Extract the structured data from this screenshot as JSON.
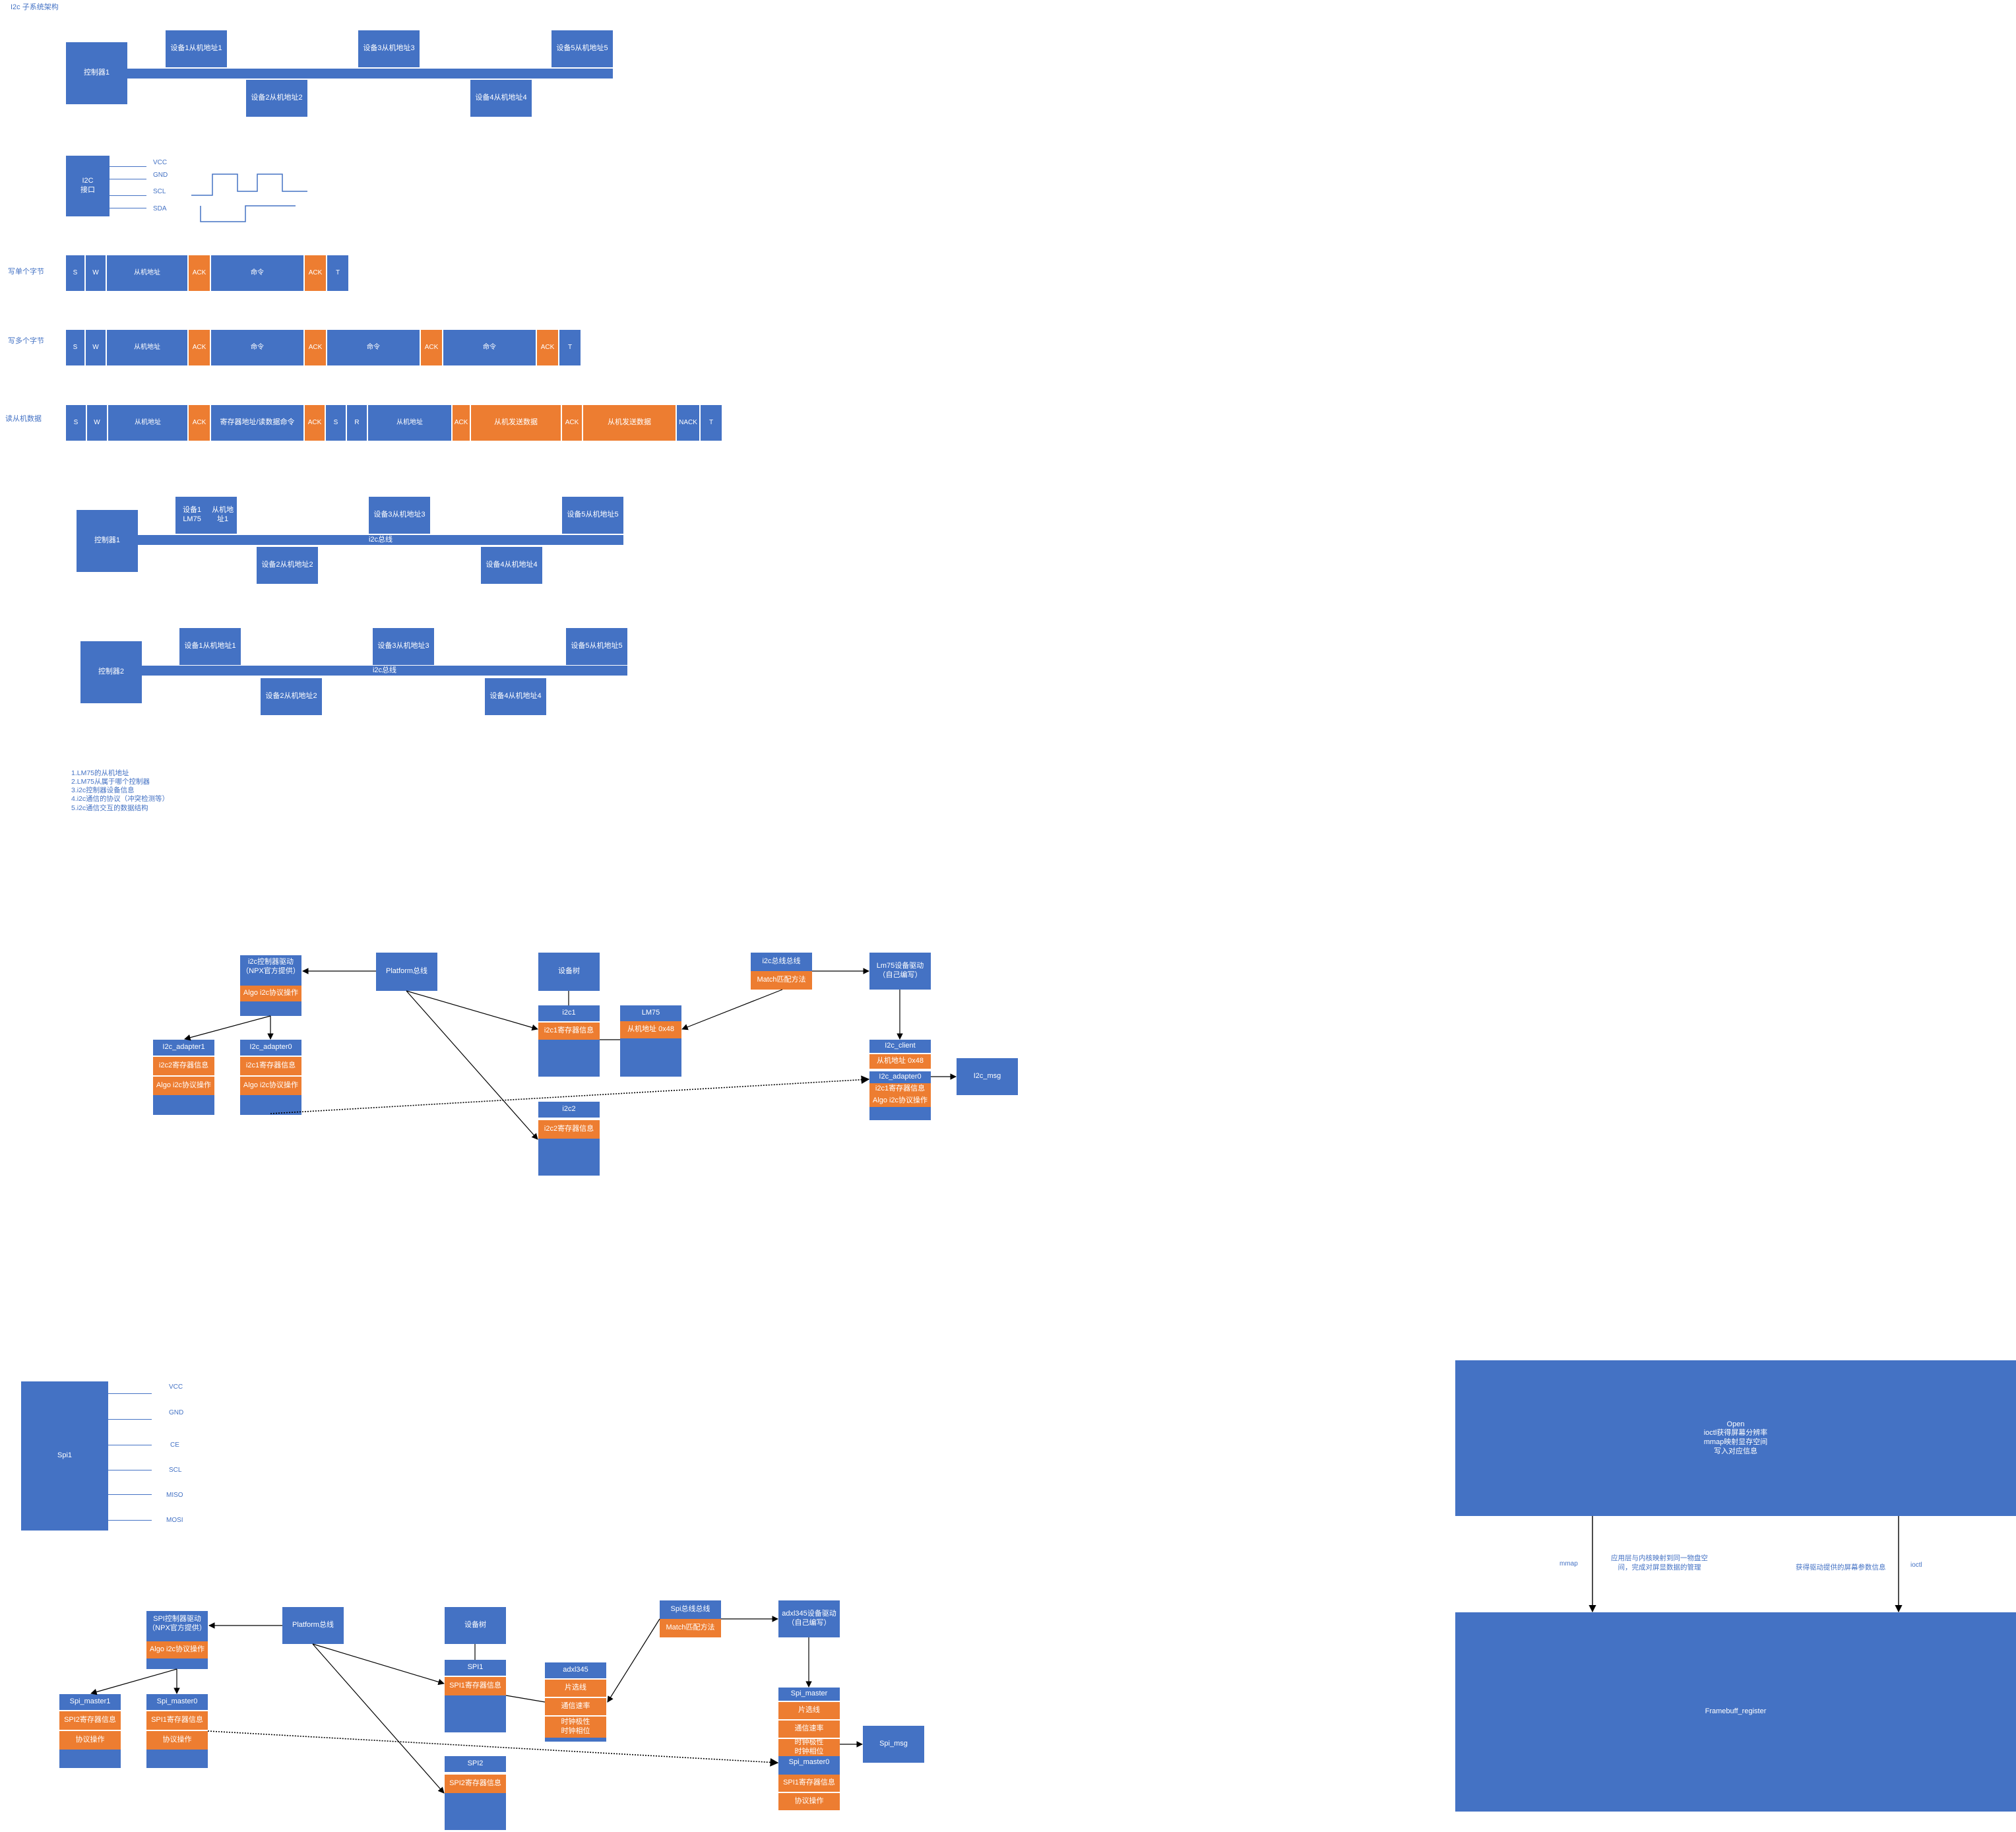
{
  "title": "I2c 子系统架构",
  "top": {
    "controller": "控制器1",
    "devices": [
      {
        "name": "设备1",
        "addr": "从机地址1"
      },
      {
        "name": "设备3",
        "addr": "从机地址3"
      },
      {
        "name": "设备5",
        "addr": "从机地址5"
      },
      {
        "name": "设备2",
        "addr": "从机地址2"
      },
      {
        "name": "设备4",
        "addr": "从机地址4"
      }
    ]
  },
  "interface": {
    "label": "I2C\n接口",
    "pins": [
      "VCC",
      "GND",
      "SCL",
      "SDA"
    ]
  },
  "frames": {
    "write_single": {
      "label": "写单个字节",
      "cells": [
        "S",
        "W",
        "从机地址",
        "ACK",
        "命令",
        "ACK",
        "T"
      ]
    },
    "write_multi": {
      "label": "写多个字节",
      "cells": [
        "S",
        "W",
        "从机地址",
        "ACK",
        "命令",
        "ACK",
        "命令",
        "ACK",
        "命令",
        "ACK",
        "T"
      ]
    },
    "read": {
      "label": "读从机数据",
      "cells": [
        "S",
        "W",
        "从机地址",
        "ACK",
        "寄存器地址/读数据命令",
        "ACK",
        "S",
        "R",
        "从机地址",
        "ACK",
        "从机发送数据",
        "ACK",
        "从机发送数据",
        "NACK",
        "T"
      ]
    }
  },
  "bus2": {
    "controller": "控制器1",
    "bus": "i2c总线",
    "devices": [
      {
        "name": "设备1 LM75",
        "addr": "从机地址1"
      },
      {
        "name": "设备3",
        "addr": "从机地址3"
      },
      {
        "name": "设备5",
        "addr": "从机地址5"
      },
      {
        "name": "设备2",
        "addr": "从机地址2"
      },
      {
        "name": "设备4",
        "addr": "从机地址4"
      }
    ]
  },
  "bus3": {
    "controller": "控制器2",
    "bus": "i2c总线",
    "devices": [
      {
        "name": "设备1",
        "addr": "从机地址1"
      },
      {
        "name": "设备3",
        "addr": "从机地址3"
      },
      {
        "name": "设备5",
        "addr": "从机地址5"
      },
      {
        "name": "设备2",
        "addr": "从机地址2"
      },
      {
        "name": "设备4",
        "addr": "从机地址4"
      }
    ]
  },
  "notes": "1.LM75的从机地址\n2.LM75从属于哪个控制器\n3.i2c控制器设备信息\n4.i2c通信的协议（冲突检测等）\n5.i2c通信交互的数据结构",
  "i2c_arch": {
    "ctrl_driver": {
      "title": "i2c控制器驱动\n（NPX官方提供）",
      "item": "Algo i2c协议操作"
    },
    "platform": "Platform总线",
    "devtree": "设备树",
    "bus": {
      "title": "i2c总线总线",
      "item": "Match匹配方法"
    },
    "lm75_driver": "Lm75设备驱动\n（自己编写）",
    "adapter1": {
      "title": "I2c_adapter1",
      "reg": "i2c2寄存器信息",
      "algo": "Algo i2c协议操作"
    },
    "adapter0": {
      "title": "I2c_adapter0",
      "reg": "i2c1寄存器信息",
      "algo": "Algo i2c协议操作"
    },
    "i2c1": {
      "title": "i2c1",
      "reg": "i2c1寄存器信息"
    },
    "lm75": {
      "title": "LM75",
      "addr": "从机地址 0x48"
    },
    "i2c2": {
      "title": "i2c2",
      "reg": "i2c2寄存器信息"
    },
    "client": {
      "title": "I2c_client",
      "addr": "从机地址 0x48",
      "adapter": "I2c_adapter0",
      "reg": "i2c1寄存器信息",
      "algo": "Algo i2c协议操作"
    },
    "msg": "I2c_msg"
  },
  "spi_iface": {
    "label": "Spi1",
    "pins": [
      "VCC",
      "GND",
      "CE",
      "SCL",
      "MISO",
      "MOSI"
    ]
  },
  "spi_arch": {
    "ctrl_driver": {
      "title": "SPI控制器驱动\n（NPX官方提供）",
      "item": "Algo i2c协议操作"
    },
    "platform": "Platform总线",
    "devtree": "设备树",
    "bus": {
      "title": "Spi总线总线",
      "item": "Match匹配方法"
    },
    "adxl_driver": "adxl345设备驱动\n（自己编写）",
    "master1": {
      "title": "Spi_master1",
      "reg": "SPI2寄存器信息",
      "op": "协议操作"
    },
    "master0": {
      "title": "Spi_master0",
      "reg": "SPI1寄存器信息",
      "op": "协议操作"
    },
    "spi1": {
      "title": "SPI1",
      "reg": "SPI1寄存器信息"
    },
    "adxl345": {
      "title": "adxl345",
      "items": [
        "片选线",
        "通信速率",
        "时钟极性\n时钟相位"
      ]
    },
    "spi2": {
      "title": "SPI2",
      "reg": "SPI2寄存器信息"
    },
    "slave": {
      "title": "Spi_master",
      "items": [
        "片选线",
        "通信速率",
        "时钟极性\n时钟相位"
      ],
      "master": "Spi_master0",
      "reg": "SPI1寄存器信息",
      "op": "协议操作"
    },
    "msg": "Spi_msg"
  },
  "fb": {
    "top": "Open\nioctl获得屏幕分辨率\nmmap映射显存空间\n写入对应信息",
    "bottom": "Framebuff_register",
    "mmap": "mmap",
    "mmap_desc": "应用层与内核映射到同一物盘空\n间，完成对屏显数据的管理",
    "ioctl_desc": "获得驱动提供的屏幕参数信息",
    "ioctl": "ioctl"
  }
}
